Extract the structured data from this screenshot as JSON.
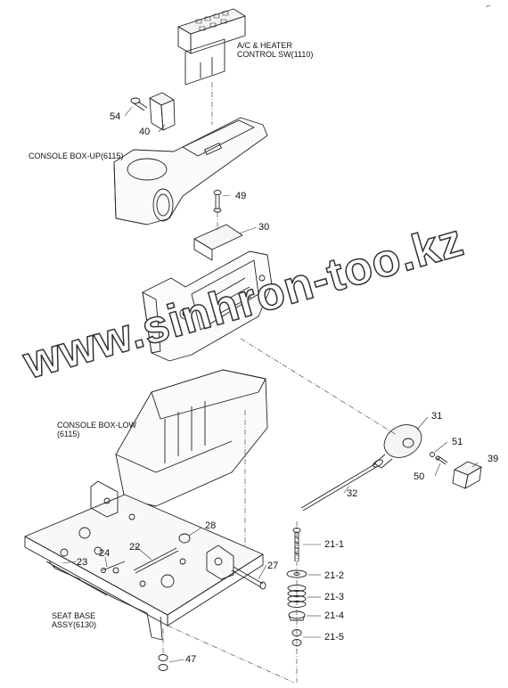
{
  "labels": {
    "ac_heater": "A/C & HEATER\nCONTROL SW(1110)",
    "console_box_up": "CONSOLE BOX-UP(6115)",
    "console_box_low": "CONSOLE BOX-LOW\n(6115)",
    "seat_base": "SEAT BASE\nASSY(6130)"
  },
  "part_numbers": {
    "p54": "54",
    "p40": "40",
    "p49": "49",
    "p30": "30",
    "p31": "31",
    "p51": "51",
    "p50": "50",
    "p39": "39",
    "p32": "32",
    "p28": "28",
    "p22": "22",
    "p24": "24",
    "p23": "23",
    "p27": "27",
    "p21_1": "21-1",
    "p21_2": "21-2",
    "p21_3": "21-3",
    "p21_4": "21-4",
    "p21_5": "21-5",
    "p47": "47"
  },
  "watermark": "www.sinhron-too.kz",
  "corner_mark": "⌐"
}
